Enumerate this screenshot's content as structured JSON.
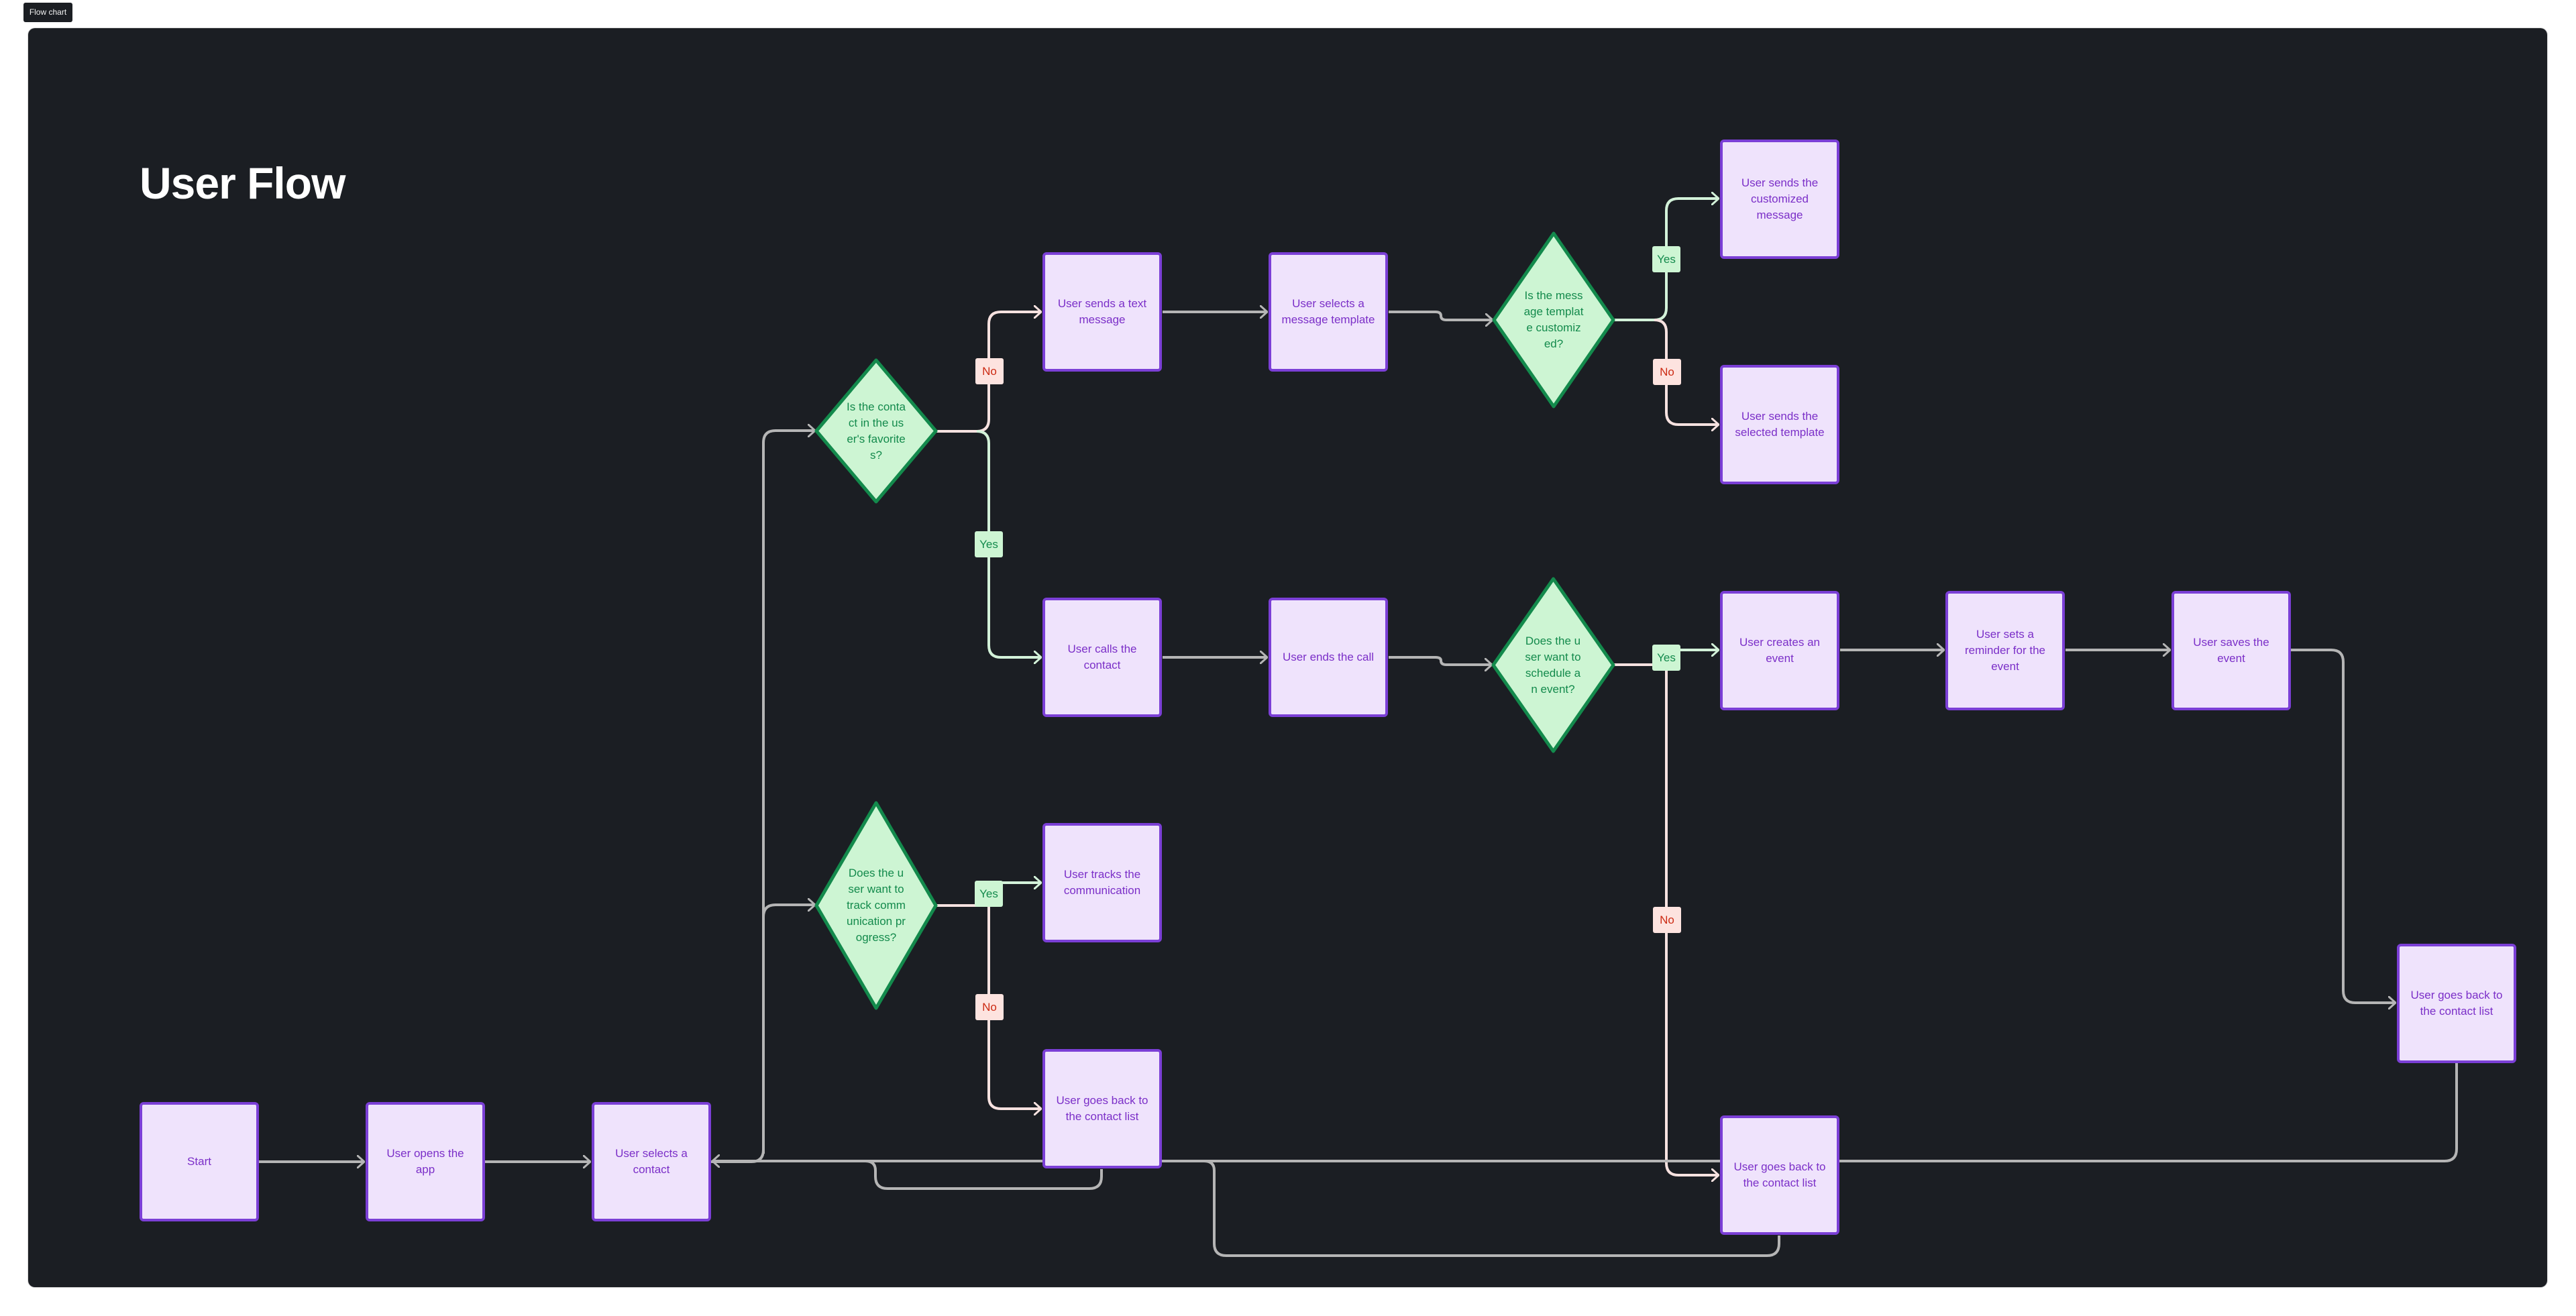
{
  "tab": {
    "label": "Flow chart"
  },
  "board": {
    "title": "User Flow"
  },
  "colors": {
    "background": "#1b1e23",
    "process_fill": "#efe3fc",
    "process_border": "#7b3fd6",
    "process_text": "#7b2fc8",
    "decision_fill": "#cdf5d3",
    "decision_border": "#138a4c",
    "decision_text": "#138a4c",
    "connector": "#b5b5b5",
    "yes_connector": "#d3f2d9",
    "no_connector": "#f7e2e0",
    "yes_label_bg": "#cdf5d3",
    "no_label_bg": "#fde3df",
    "no_label_text": "#cc2a12"
  },
  "nodes": {
    "start": "Start",
    "open_app": "User opens the app",
    "select_contact": "User selects a contact",
    "is_favorite": "Is the contact in the user's favorites?",
    "track_progress": "Does the user want to track communication progress?",
    "send_text": "User sends a text message",
    "select_template": "User selects a message template",
    "template_customized": "Is the message template customized?",
    "send_customized": "User sends the customized message",
    "send_selected_template": "User sends the selected template",
    "call_contact": "User calls the contact",
    "end_call": "User ends the call",
    "schedule_event": "Does the user want to schedule an event?",
    "create_event": "User creates an event",
    "set_reminder": "User sets a reminder for the event",
    "save_event": "User saves the event",
    "back_to_list_after_save": "User goes back to the contact list",
    "back_to_list_no_event": "User goes back to the contact list",
    "track_communication": "User tracks the communication",
    "back_to_list_no_track": "User goes back to the contact list"
  },
  "labels": {
    "fav_no": "No",
    "fav_yes": "Yes",
    "track_yes": "Yes",
    "track_no": "No",
    "template_yes": "Yes",
    "template_no": "No",
    "schedule_yes": "Yes",
    "schedule_no": "No"
  }
}
